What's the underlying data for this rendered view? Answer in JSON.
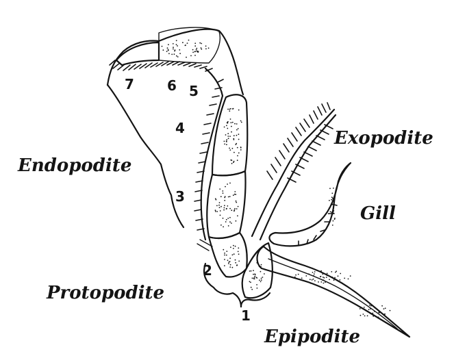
{
  "labels": {
    "endopodite": "Endopodite",
    "exopodite": "Exopodite",
    "gill": "Gill",
    "protopodite": "Protopodite",
    "epipodite": "Epipodite"
  },
  "segment_numbers": {
    "s1": "1",
    "s2": "2",
    "s3": "3",
    "s4": "4",
    "s5": "5",
    "s6": "6",
    "s7": "7"
  },
  "colors": {
    "ink": "#141414",
    "paper": "#ffffff"
  }
}
